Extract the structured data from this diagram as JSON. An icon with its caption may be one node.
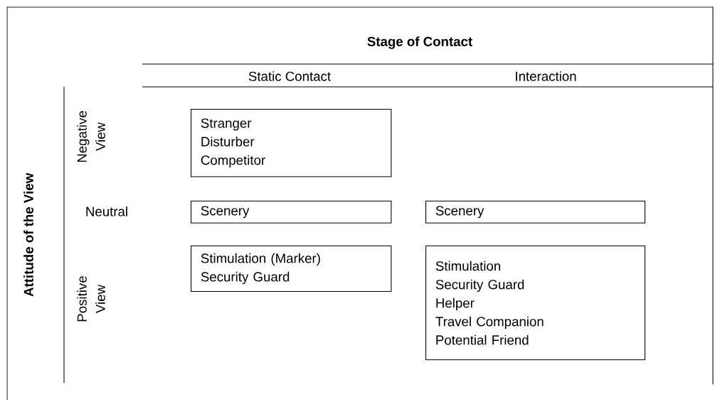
{
  "diagram": {
    "title": "Stage of Contact",
    "nodes": [
      {
        "text": [
          "Stranger",
          "Disturber",
          "Competitor"
        ]
      },
      {
        "text": [
          "Scenery"
        ]
      },
      {
        "text": [
          "Scenery"
        ]
      },
      {
        "text": [
          "Stimulation (Marker)",
          "Security Guard"
        ]
      },
      {
        "text": [
          "Stimulation",
          "Security Guard",
          "Helper",
          "Travel Companion",
          "Potential Friend"
        ]
      }
    ],
    "labels": [
      "Static Contact",
      "Interaction",
      "Attitude of the View",
      "Negative View",
      "Neutral",
      "Positive View"
    ]
  }
}
